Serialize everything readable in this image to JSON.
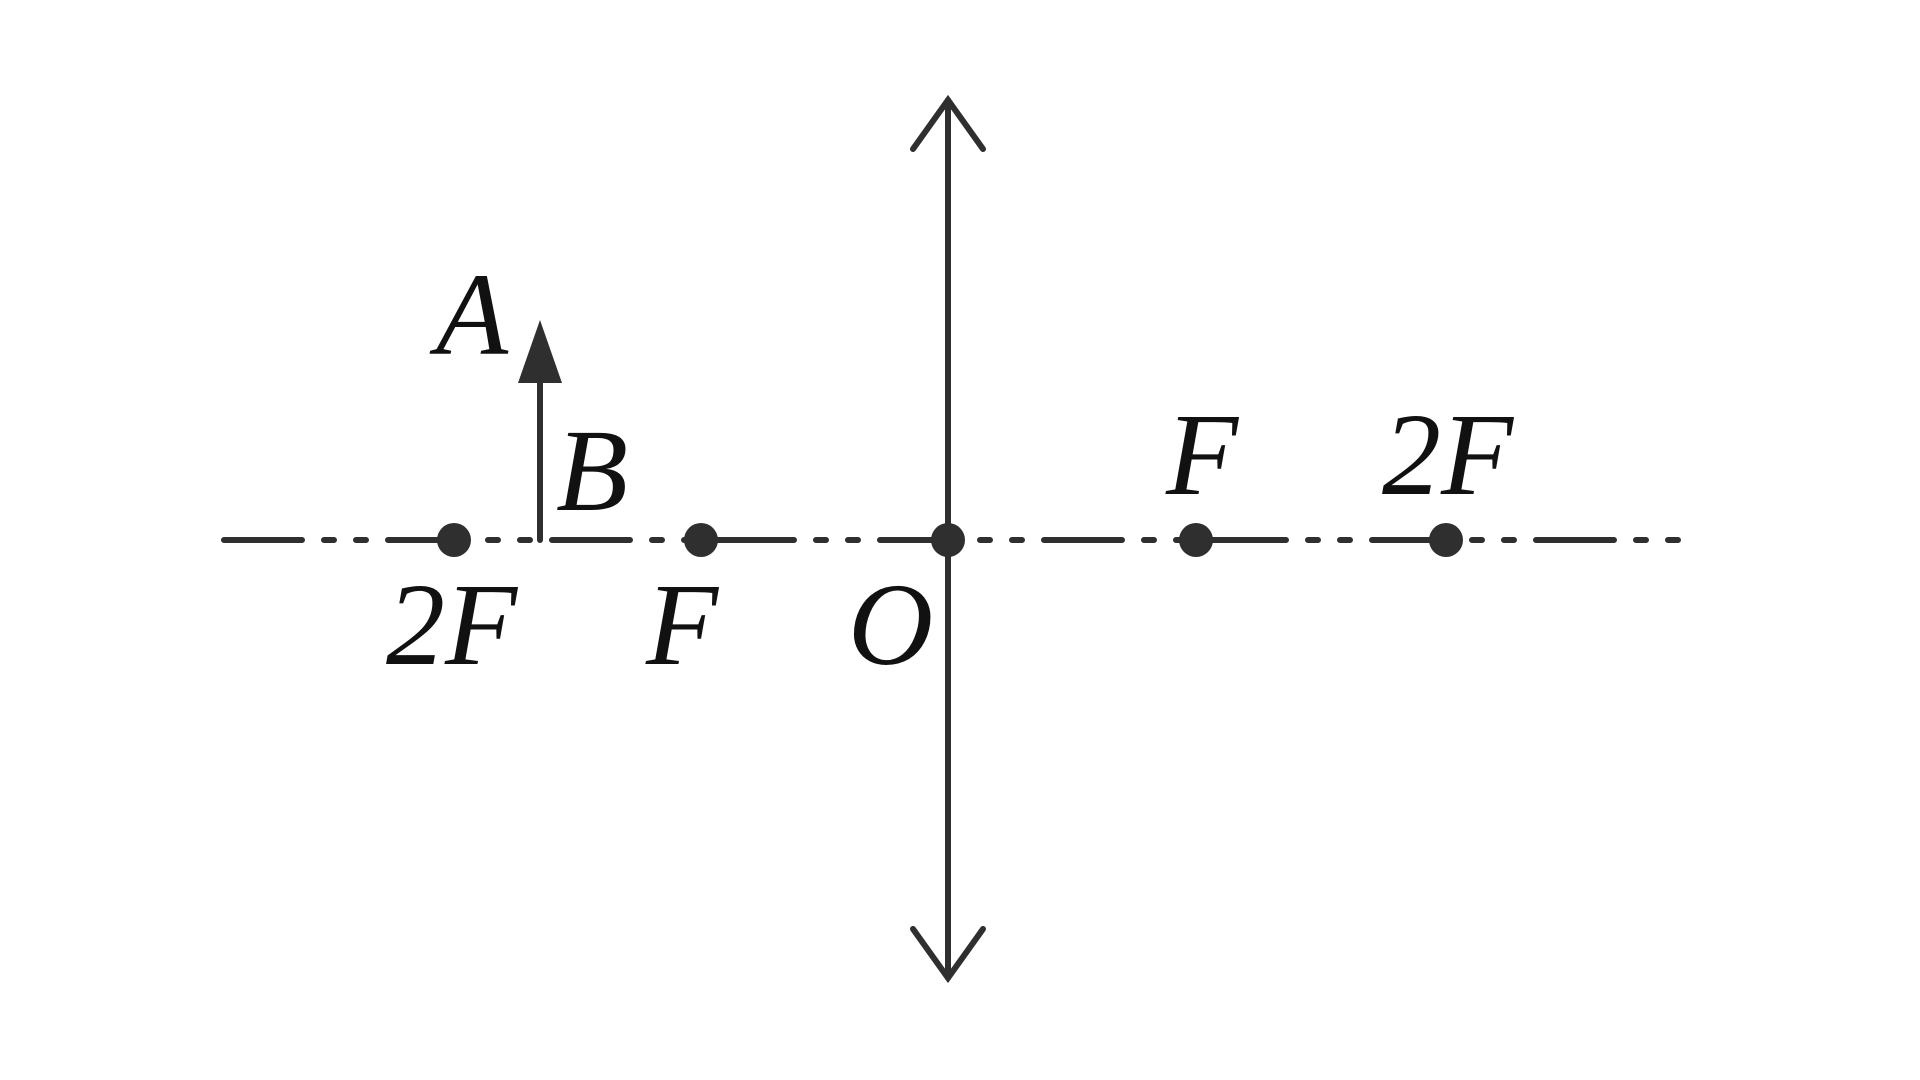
{
  "labels": {
    "object_top": "A",
    "object_base": "B",
    "left_2f": "2F",
    "left_f": "F",
    "center": "O",
    "right_f": "F",
    "right_2f": "2F"
  },
  "colors": {
    "line": "#2f2f2f",
    "text": "#111111",
    "background": "#ffffff"
  }
}
